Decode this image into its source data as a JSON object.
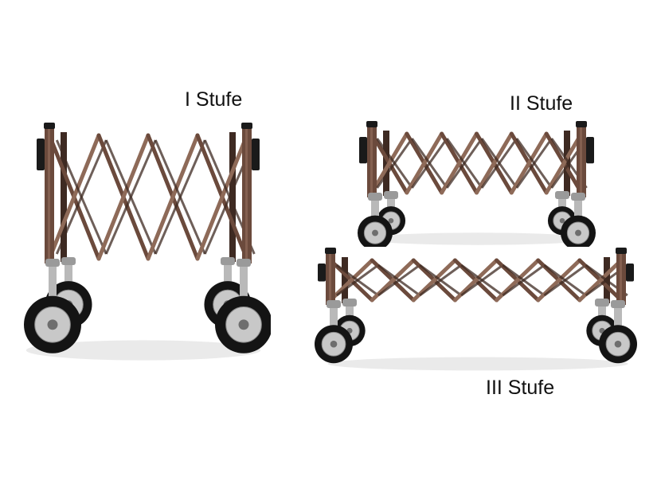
{
  "labels": {
    "stufe_1": "I Stufe",
    "stufe_2": "II  Stufe",
    "stufe_3": "III Stufe"
  },
  "colors": {
    "frame": "#6b4a3c",
    "frame_dark": "#3e2a22",
    "frame_light": "#8e6a58",
    "tire": "#141414",
    "hub": "#c8c8c8",
    "chrome": "#b9b9b9",
    "handle": "#1a1a1a",
    "shadow": "#d9d9d9"
  },
  "trolleys": [
    {
      "name": "stufe-1",
      "stage": 1
    },
    {
      "name": "stufe-2",
      "stage": 2
    },
    {
      "name": "stufe-3",
      "stage": 3
    }
  ]
}
